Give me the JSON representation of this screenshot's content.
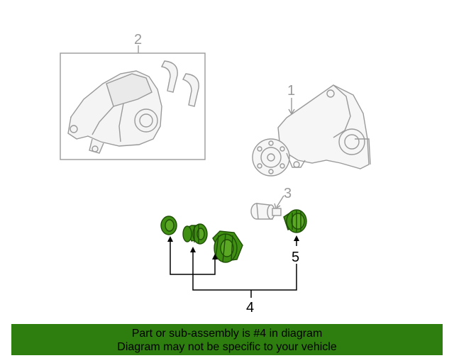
{
  "diagram": {
    "callouts": {
      "c1": "1",
      "c2": "2",
      "c3": "3",
      "c4": "4",
      "c5": "5"
    },
    "colors": {
      "line_art": "#9a9a9a",
      "highlight_fill": "#3f8f12",
      "highlight_dark": "#1f4f06",
      "leader": "#000000"
    }
  },
  "banner": {
    "line1": "Part or sub-assembly is #4 in diagram",
    "line2": "Diagram may not be specific to your vehicle",
    "background": "#2e7d0f"
  }
}
